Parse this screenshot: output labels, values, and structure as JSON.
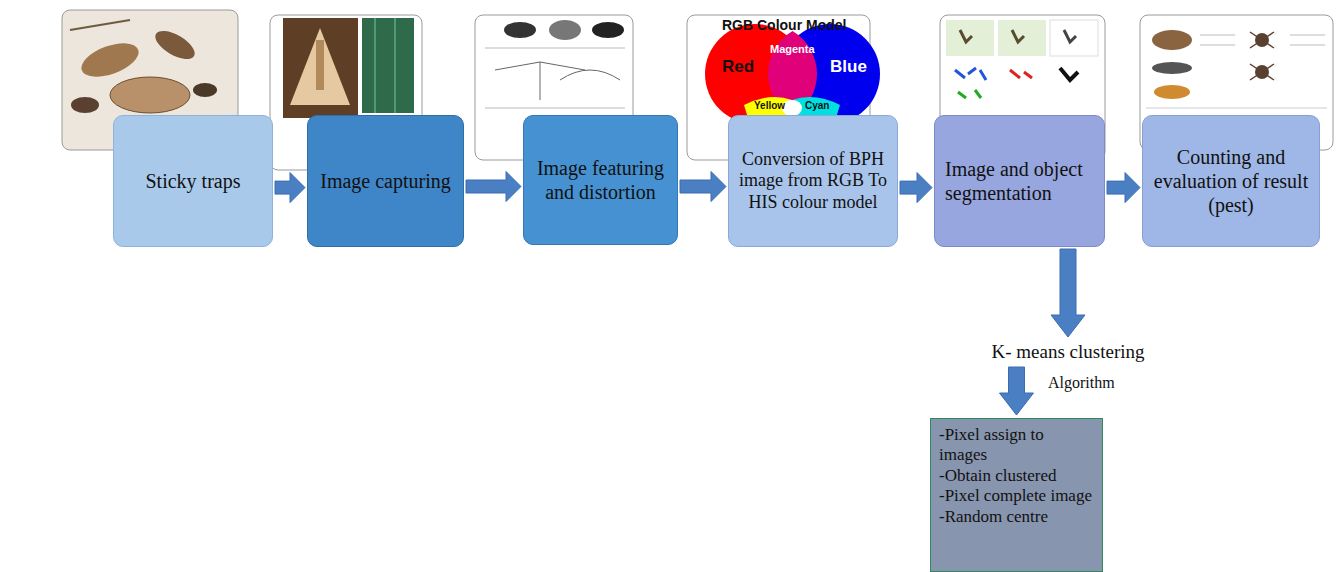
{
  "diagram": {
    "nodes": [
      {
        "text": [
          "Sticky traps"
        ]
      },
      {
        "text": [
          "Image capturing"
        ]
      },
      {
        "text": [
          "Image featuring and distortion"
        ]
      },
      {
        "text": [
          "Conversion of BPH image from RGB To HIS colour model"
        ]
      },
      {
        "text": [
          "Image and object segmentation"
        ]
      },
      {
        "text": [
          "Counting and evaluation of result (pest)"
        ]
      },
      {
        "text": [
          "K- means clustering"
        ]
      },
      {
        "text": [
          "-Pixel assign to images",
          "-Obtain clustered",
          "-Pixel complete image",
          "-Random centre"
        ]
      }
    ],
    "edges": [
      {
        "from": 0,
        "to": 1,
        "arrow": "to"
      },
      {
        "from": 1,
        "to": 2,
        "arrow": "to"
      },
      {
        "from": 2,
        "to": 3,
        "arrow": "to"
      },
      {
        "from": 3,
        "to": 4,
        "arrow": "to"
      },
      {
        "from": 4,
        "to": 5,
        "arrow": "to"
      },
      {
        "from": 4,
        "to": 6,
        "arrow": "to"
      },
      {
        "from": 6,
        "to": 7,
        "label": "Algorithm",
        "arrow": "to"
      }
    ],
    "labels": [
      "RGB Colour Model",
      "Red",
      "Magenta",
      "Blue",
      "Yellow",
      "Cyan"
    ]
  }
}
